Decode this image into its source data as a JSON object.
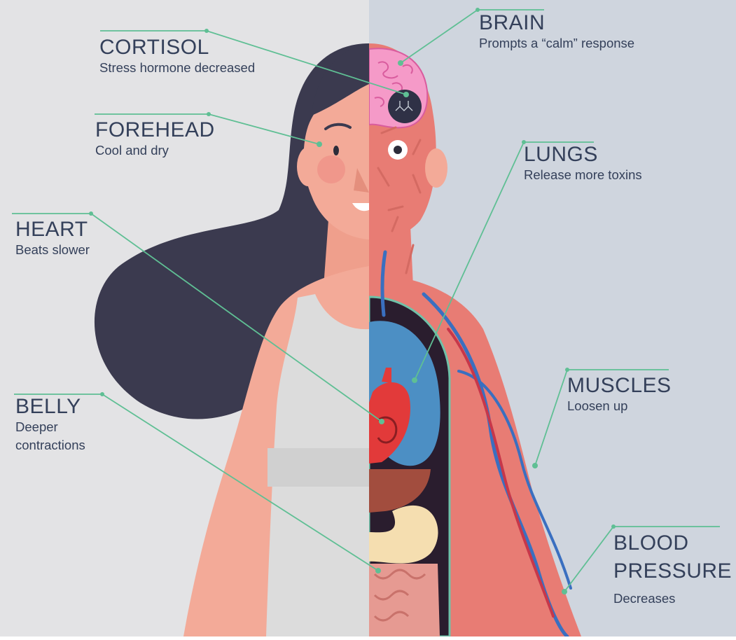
{
  "labels": {
    "cortisol": {
      "title": "CORTISOL",
      "desc": "Stress hormone decreased"
    },
    "forehead": {
      "title": "FOREHEAD",
      "desc": "Cool and dry"
    },
    "heart": {
      "title": "HEART",
      "desc": "Beats slower"
    },
    "belly": {
      "title": "BELLY",
      "desc1": "Deeper",
      "desc2": "contractions"
    },
    "brain": {
      "title": "BRAIN",
      "desc": "Prompts a “calm” response"
    },
    "lungs": {
      "title": "LUNGS",
      "desc": "Release more toxins"
    },
    "muscles": {
      "title": "MUSCLES",
      "desc": "Loosen up"
    },
    "blood_pressure": {
      "title1": "BLOOD",
      "title2": "PRESSURE",
      "desc": "Decreases"
    }
  },
  "colors": {
    "bg_left": "#e3e3e5",
    "bg_right": "#cfd5de",
    "leader_line": "#5fbf94",
    "hair": "#3b3a4f",
    "skin": "#f3aa98",
    "muscle": "#e87c74",
    "shirt": "#dcdcdc",
    "vein_blue": "#3a6fc0",
    "lung_blue": "#4c8fc4",
    "heart_red": "#e23a3a",
    "brain_pink": "#f59ac8",
    "text": "#34405a"
  }
}
